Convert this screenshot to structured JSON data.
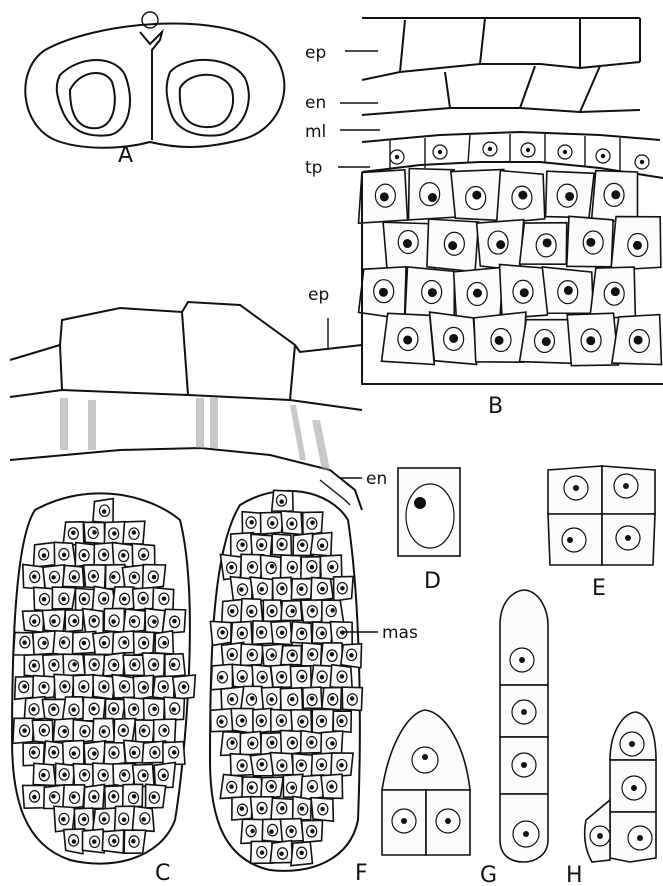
{
  "figure": {
    "panel_labels": [
      "A",
      "B",
      "C",
      "D",
      "E",
      "F",
      "G",
      "H"
    ],
    "layer_labels": {
      "ep": "ep",
      "en": "en",
      "ml": "ml",
      "tp": "tp",
      "mas": "mas"
    }
  }
}
